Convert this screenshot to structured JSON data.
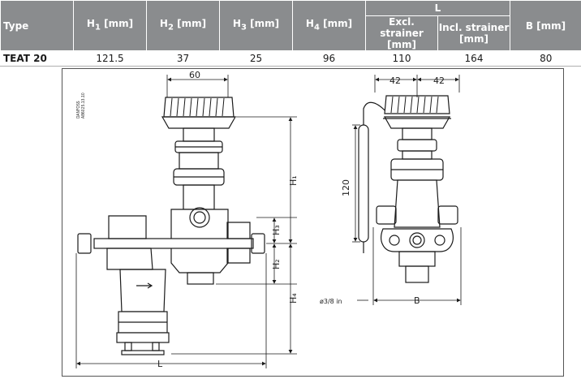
{
  "table": {
    "headers": {
      "type": "Type",
      "h1": "H",
      "h1_sub": "1",
      "h1_unit": " [mm]",
      "h2": "H",
      "h2_sub": "2",
      "h2_unit": " [mm]",
      "h3": "H",
      "h3_sub": "3",
      "h3_unit": " [mm]",
      "h4": "H",
      "h4_sub": "4",
      "h4_unit": " [mm]",
      "l": "L",
      "excl_strainer": "Excl. strainer",
      "excl_unit": "[mm]",
      "incl_strainer": "Incl. strainer",
      "incl_unit": "[mm]",
      "b": "B [mm]"
    },
    "rows": [
      {
        "type": "TEAT 20",
        "h1": "121.5",
        "h2": "37",
        "h3": "25",
        "h4": "96",
        "excl": "110",
        "incl": "164",
        "b": "80"
      }
    ]
  },
  "drawing": {
    "dim_60": "60",
    "dim_42_left": "42",
    "dim_42_right": "42",
    "dim_120": "120",
    "dim_h1": "H₁",
    "dim_h2": "H₂",
    "dim_h3": "H₃",
    "dim_h4": "H₄",
    "dim_l": "L",
    "dim_b": "B",
    "bulb_dia": "ø3/8 in",
    "stamp_line1": "DANFOSS",
    "stamp_line2": "A86025.13.10"
  },
  "colors": {
    "header_bg": "#8a8c8e",
    "line": "#1a1a1a"
  }
}
